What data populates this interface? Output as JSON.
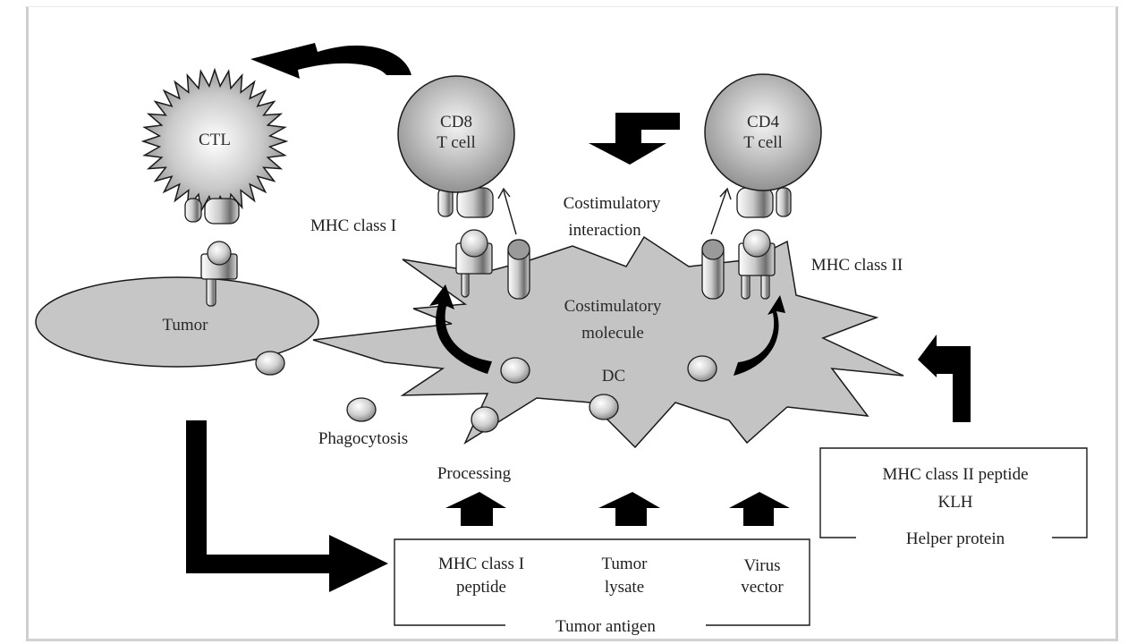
{
  "diagram": {
    "title": "Dendritic cell tumor antigen presentation",
    "colors": {
      "cell_fill": "#c4c4c4",
      "outline": "#1a1a1a",
      "arrow": "#000000",
      "text": "#1e1e1e",
      "background": "#ffffff",
      "frame": "#cfcfcf"
    },
    "nodes": {
      "ctl": "CTL",
      "cd8": [
        "CD8",
        "T cell"
      ],
      "cd4": [
        "CD4",
        "T cell"
      ],
      "tumor": "Tumor",
      "dc": "DC",
      "costim_molecule": [
        "Costimulatory",
        "molecule"
      ]
    },
    "labels": {
      "mhc_class_i": "MHC class I",
      "mhc_class_ii": "MHC class II",
      "costim_interaction": [
        "Costimulatory",
        "interaction"
      ],
      "phagocytosis": "Phagocytosis",
      "processing": "Processing"
    },
    "tumor_antigen_box": {
      "title": "Tumor antigen",
      "items": [
        [
          "MHC class I",
          "peptide"
        ],
        [
          "Tumor",
          "lysate"
        ],
        [
          "Virus",
          "vector"
        ]
      ]
    },
    "helper_box": {
      "title": "Helper protein",
      "items": [
        "MHC class II peptide",
        "KLH"
      ]
    }
  }
}
